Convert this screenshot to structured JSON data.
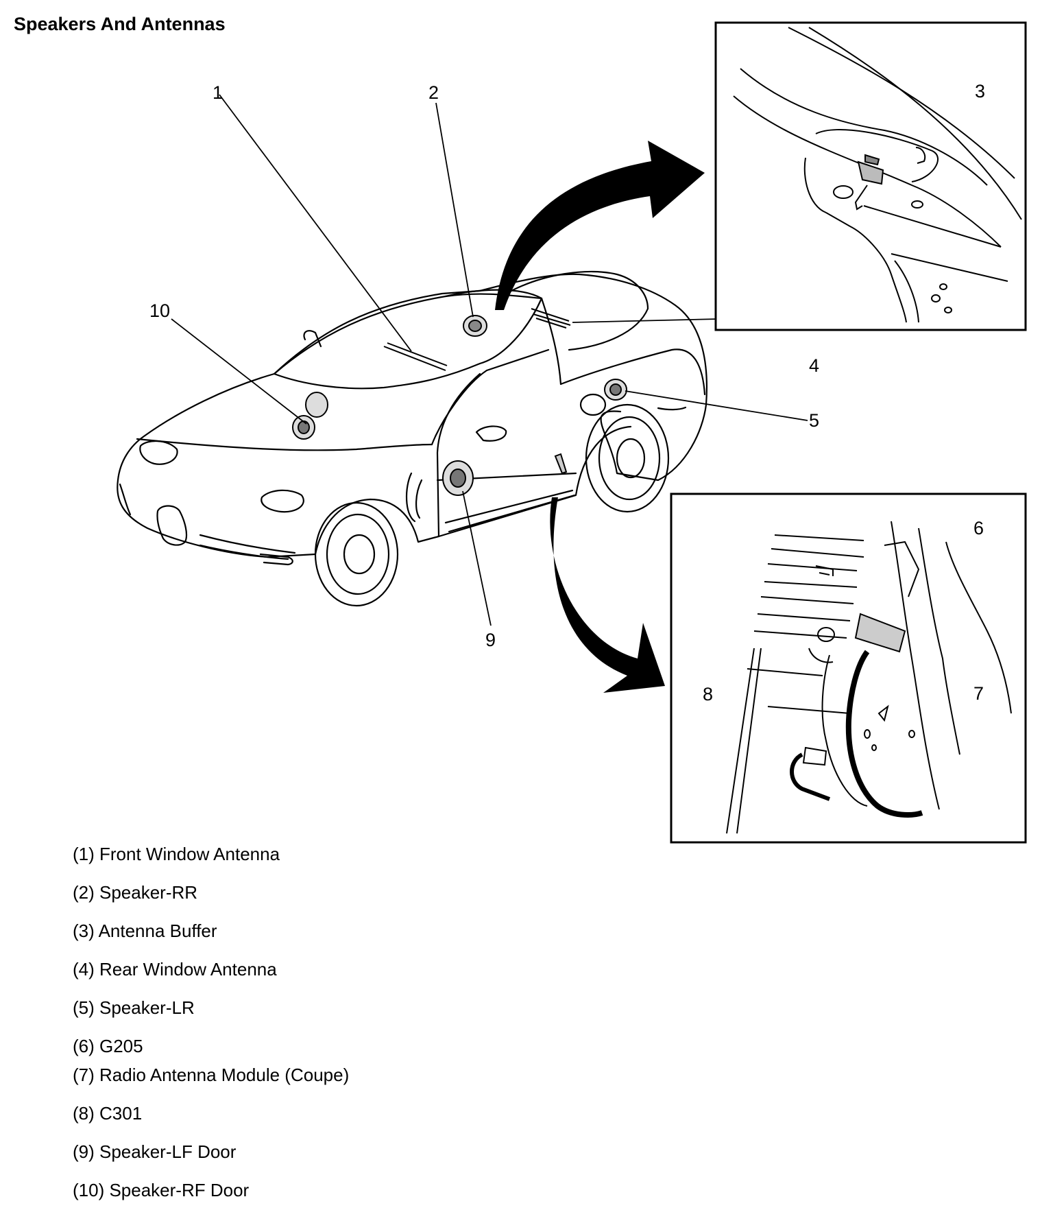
{
  "title": "Speakers And Antennas",
  "callouts": [
    "1",
    "2",
    "3",
    "4",
    "5",
    "6",
    "7",
    "8",
    "9",
    "10"
  ],
  "legend": [
    "(1) Front Window Antenna",
    "(2) Speaker-RR",
    "(3) Antenna Buffer",
    "(4) Rear Window Antenna",
    "(5) Speaker-LR",
    "(6) G205",
    "(7) Radio Antenna Module (Coupe)",
    "(8) C301",
    "(9) Speaker-LF Door",
    "(10) Speaker-RF Door"
  ]
}
